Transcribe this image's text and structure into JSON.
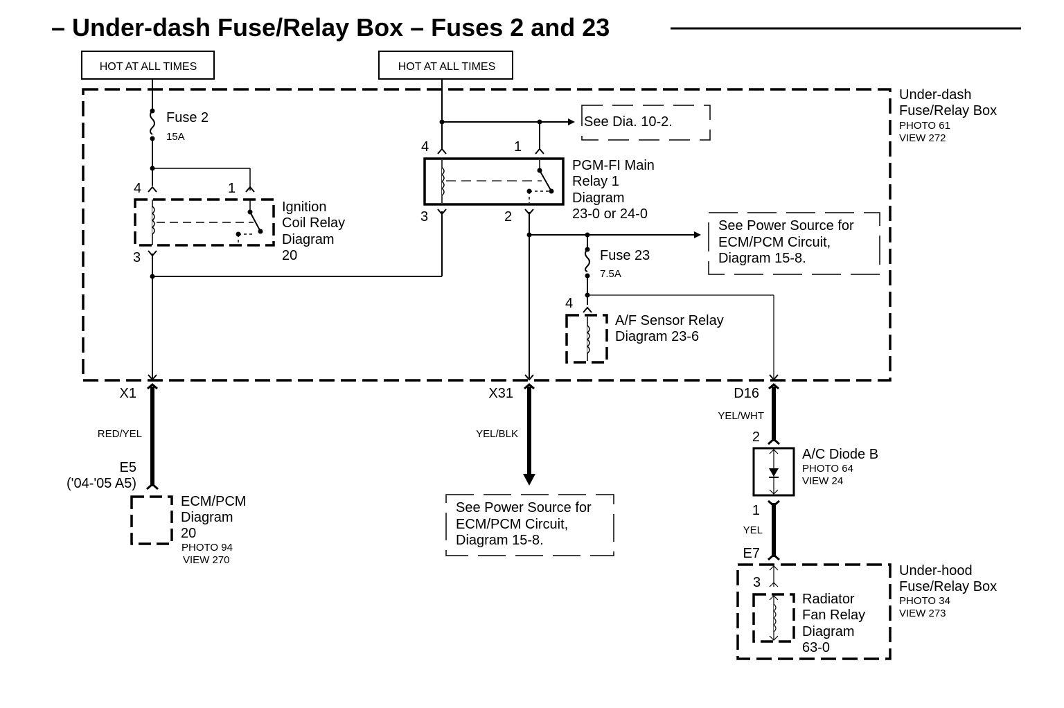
{
  "title": "– Under-dash Fuse/Relay Box – Fuses 2 and 23",
  "sources": [
    {
      "label": "HOT AT ALL TIMES"
    },
    {
      "label": "HOT AT ALL TIMES"
    }
  ],
  "underdash_box": {
    "name_line1": "Under-dash",
    "name_line2": "Fuse/Relay Box",
    "photo": "PHOTO 61",
    "view": "VIEW 272"
  },
  "fuse2": {
    "name": "Fuse 2",
    "rating": "15A"
  },
  "fuse23": {
    "name": "Fuse 23",
    "rating": "7.5A"
  },
  "ignition_relay": {
    "lines": [
      "Ignition",
      "Coil Relay",
      "Diagram",
      "20"
    ],
    "pins": {
      "p4": "4",
      "p1": "1",
      "p3": "3"
    }
  },
  "pgmfi_relay": {
    "lines": [
      "PGM-FI Main",
      "Relay 1",
      "Diagram",
      "23-0 or 24-0"
    ],
    "pins": {
      "p4": "4",
      "p1": "1",
      "p3": "3",
      "p2": "2"
    }
  },
  "see_dia_10_2": "See Dia. 10-2.",
  "see_power_top": [
    "See Power Source for",
    "ECM/PCM Circuit,",
    "Diagram 15-8."
  ],
  "af_relay": {
    "lines": [
      "A/F Sensor Relay",
      "Diagram 23-6"
    ],
    "pin": "4"
  },
  "connectors": {
    "x1": "X1",
    "x31": "X31",
    "d16": "D16",
    "e5": "E5",
    "e5_alt": "('04-'05 A5)",
    "ac_pin2": "2",
    "ac_pin1": "1",
    "e7": "E7",
    "rad_pin3": "3"
  },
  "wires": {
    "x1": "RED/YEL",
    "x31": "YEL/BLK",
    "d16": "YEL/WHT",
    "e7": "YEL"
  },
  "ecm": {
    "lines": [
      "ECM/PCM",
      "Diagram",
      "20"
    ],
    "photo": "PHOTO 94",
    "view": "VIEW 270"
  },
  "see_power_bottom": [
    "See Power Source for",
    "ECM/PCM Circuit,",
    "Diagram 15-8."
  ],
  "ac_diode": {
    "name": "A/C Diode B",
    "photo": "PHOTO 64",
    "view": "VIEW 24"
  },
  "radiator_relay": {
    "lines": [
      "Radiator",
      "Fan Relay",
      "Diagram",
      "63-0"
    ]
  },
  "underhood_box": {
    "name_line1": "Under-hood",
    "name_line2": "Fuse/Relay Box",
    "photo": "PHOTO 34",
    "view": "VIEW 273"
  }
}
